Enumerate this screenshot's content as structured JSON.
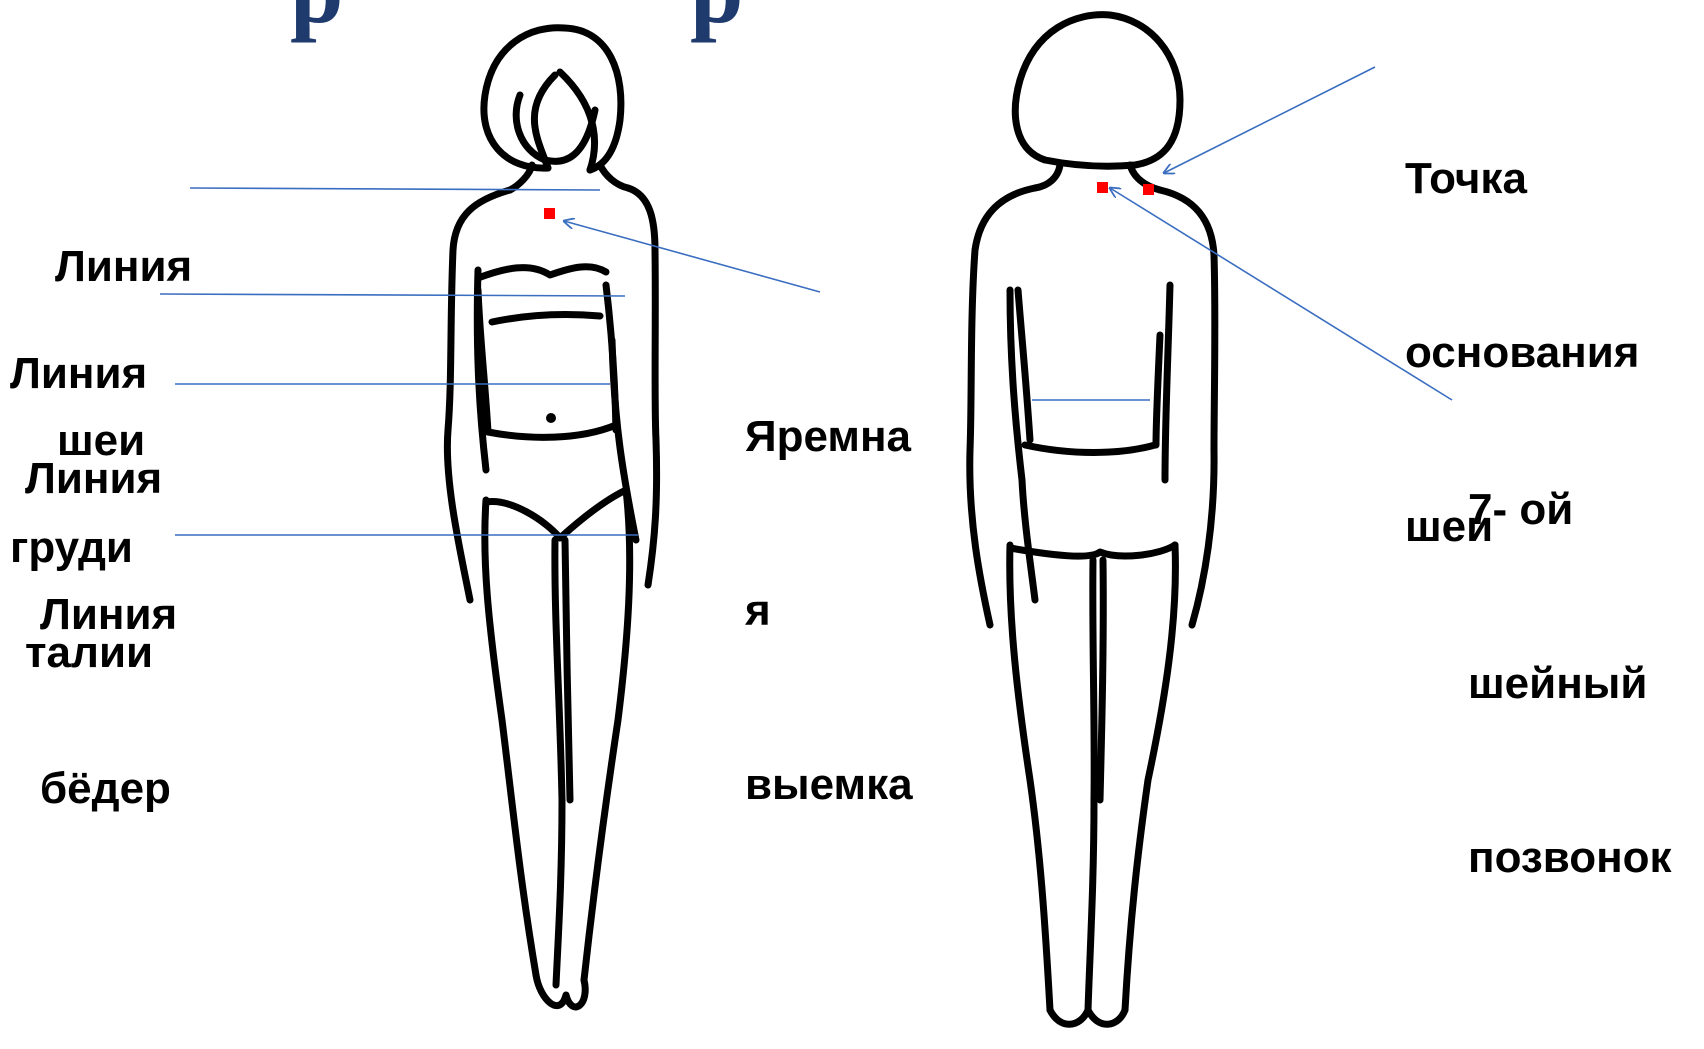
{
  "colors": {
    "leader": "#3a6ec0",
    "marker": "#ff0000",
    "outline": "#000000",
    "title": "#1f3b6e"
  },
  "title_fragments": [
    "р",
    "р"
  ],
  "labels": {
    "neck_line": [
      "Линия",
      "шеи"
    ],
    "bust_line": [
      "Линия",
      "груди"
    ],
    "waist_line": [
      "Линия",
      "талии"
    ],
    "hip_line": [
      "Линия",
      "бёдер"
    ],
    "jugular_notch": [
      "Яремна",
      "я",
      "выемка"
    ],
    "neck_base_point": [
      "Точка",
      "основания",
      "шеи"
    ],
    "seventh_vertebra": [
      "7- ой",
      "шейный",
      "позвонок"
    ]
  }
}
